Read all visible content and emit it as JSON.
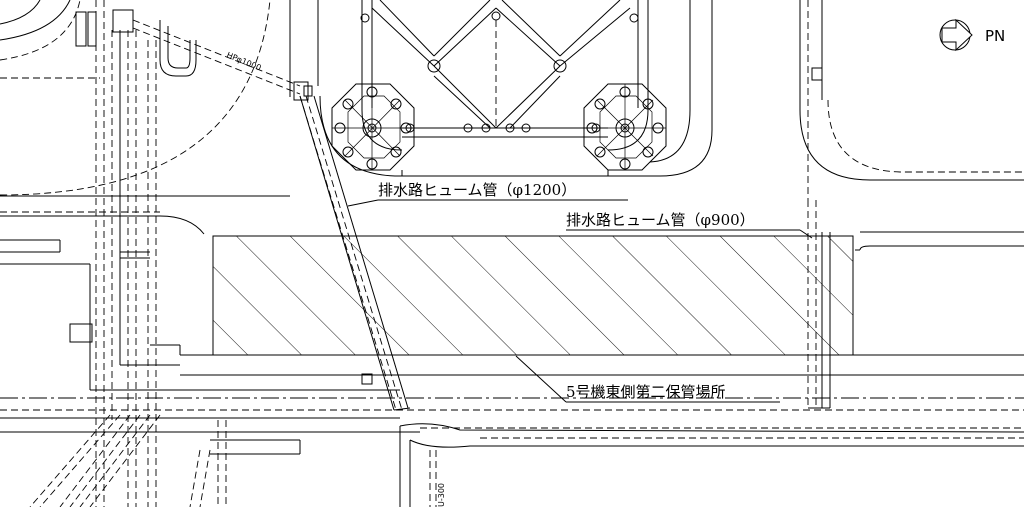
{
  "north_label": "PN",
  "labels": {
    "pipe_hp1000": "HPφ1000",
    "drain_1200": "排水路ヒューム管（φ1200）",
    "drain_900": "排水路ヒューム管（φ900）",
    "storage_area": "5号機東側第二保管場所",
    "u300": "U-300"
  }
}
